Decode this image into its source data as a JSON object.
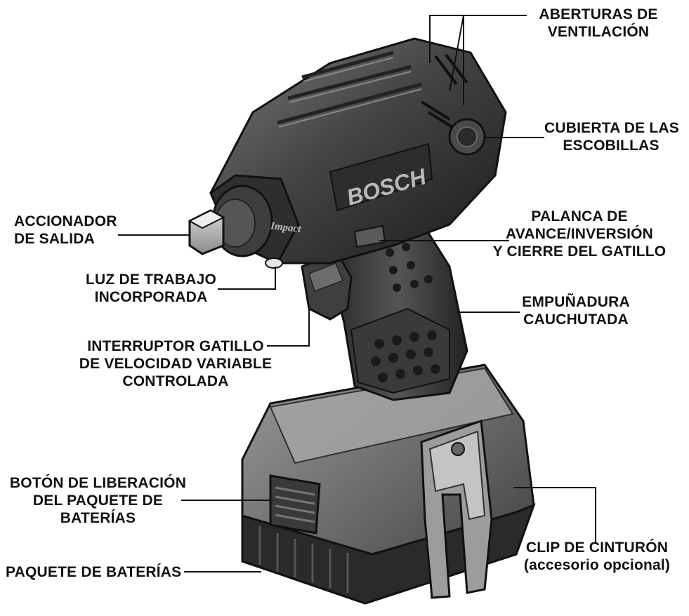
{
  "tool": {
    "brand": "BOSCH",
    "model_text": "Impact"
  },
  "labels": {
    "vents": [
      "ABERTURAS DE",
      "VENTILACIÓN"
    ],
    "brush_cover": [
      "CUBIERTA DE LAS",
      "ESCOBILLAS"
    ],
    "output_driver": [
      "ACCIONADOR",
      "DE SALIDA"
    ],
    "forward_reverse": [
      "PALANCA DE",
      "AVANCE/INVERSIÓN",
      "Y  CIERRE DEL GATILLO"
    ],
    "work_light": [
      "LUZ DE TRABAJO",
      "INCORPORADA"
    ],
    "grip": [
      "EMPUÑADURA",
      "CAUCHUTADA"
    ],
    "trigger": [
      "INTERRUPTOR GATILLO",
      "DE VELOCIDAD VARIABLE",
      "CONTROLADA"
    ],
    "battery_release": [
      "BOTÓN DE LIBERACIÓN",
      "DEL PAQUETE DE",
      "BATERÍAS"
    ],
    "belt_clip": [
      "CLIP DE CINTURÓN",
      "(accesorio opcional)"
    ],
    "battery_pack": [
      "PAQUETE DE BATERÍAS"
    ]
  },
  "colors": {
    "body_dark": "#2b2b2b",
    "body_mid": "#4a4a4a",
    "body_light": "#8a8a8a",
    "line": "#111111"
  }
}
